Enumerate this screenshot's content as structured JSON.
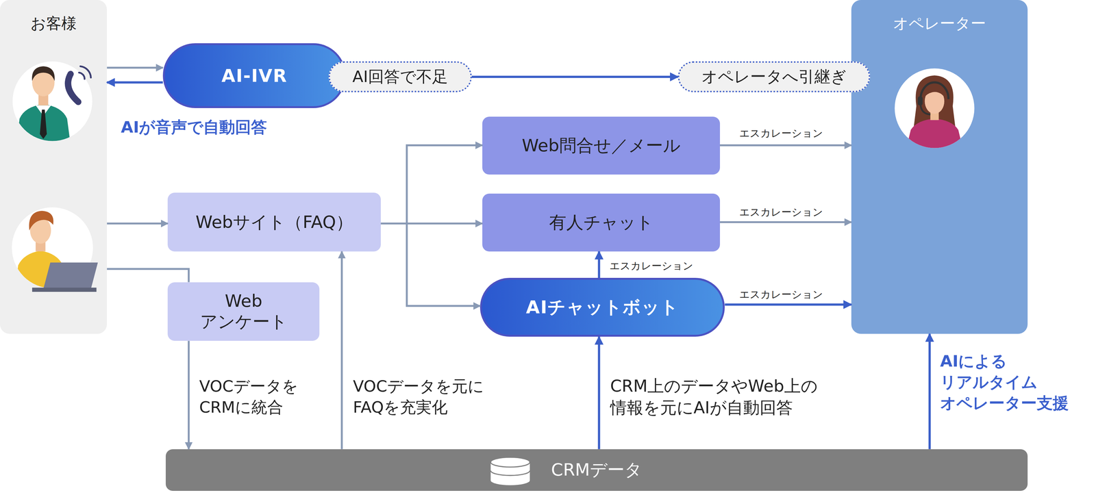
{
  "diagram": {
    "nodes": [
      {
        "text": [
          "お客様"
        ]
      },
      {
        "text": [
          "AI-IVR"
        ]
      },
      {
        "text": [
          "AI回答で不足"
        ]
      },
      {
        "text": [
          "オペレータへ引継ぎ"
        ]
      },
      {
        "text": [
          "オペレーター"
        ]
      },
      {
        "text": [
          "Web問合せ／メール"
        ]
      },
      {
        "text": [
          "Webサイト（FAQ）"
        ]
      },
      {
        "text": [
          "有人チャット"
        ]
      },
      {
        "text": [
          "Web アンケート"
        ]
      },
      {
        "text": [
          "AIチャットボット"
        ]
      },
      {
        "text": [
          "CRMデータ"
        ]
      }
    ],
    "edges": [
      {
        "from": 0,
        "to": 1,
        "arrow": "to"
      },
      {
        "from": 1,
        "to": 0,
        "arrow": "to"
      },
      {
        "from": 2,
        "to": 3,
        "arrow": "to"
      },
      {
        "from": 0,
        "to": 6,
        "arrow": "to"
      },
      {
        "from": 0,
        "to": 8,
        "arrow": "none"
      },
      {
        "from": 6,
        "to": 5,
        "arrow": "to"
      },
      {
        "from": 6,
        "to": 7,
        "arrow": "to"
      },
      {
        "from": 6,
        "to": 9,
        "arrow": "to"
      },
      {
        "from": 5,
        "to": 4,
        "arrow": "to",
        "label": "エスカレーション"
      },
      {
        "from": 7,
        "to": 4,
        "arrow": "to",
        "label": "エスカレーション"
      },
      {
        "from": 9,
        "to": 7,
        "arrow": "to",
        "label": "エスカレーション"
      },
      {
        "from": 9,
        "to": 4,
        "arrow": "to",
        "label": "エスカレーション"
      },
      {
        "from": 8,
        "to": 10,
        "arrow": "to",
        "label": "VOCデータを CRMに統合"
      },
      {
        "from": 10,
        "to": 6,
        "arrow": "to",
        "label": "VOCデータを元に FAQを充実化"
      },
      {
        "from": 10,
        "to": 9,
        "arrow": "to",
        "label": "CRM上のデータやWeb上の 情報を元にAIが自動回答"
      },
      {
        "from": 10,
        "to": 4,
        "arrow": "to",
        "label": "AIによる リアルタイム オペレーター支援"
      }
    ],
    "labels": [
      "AIが音声で自動回答"
    ]
  }
}
